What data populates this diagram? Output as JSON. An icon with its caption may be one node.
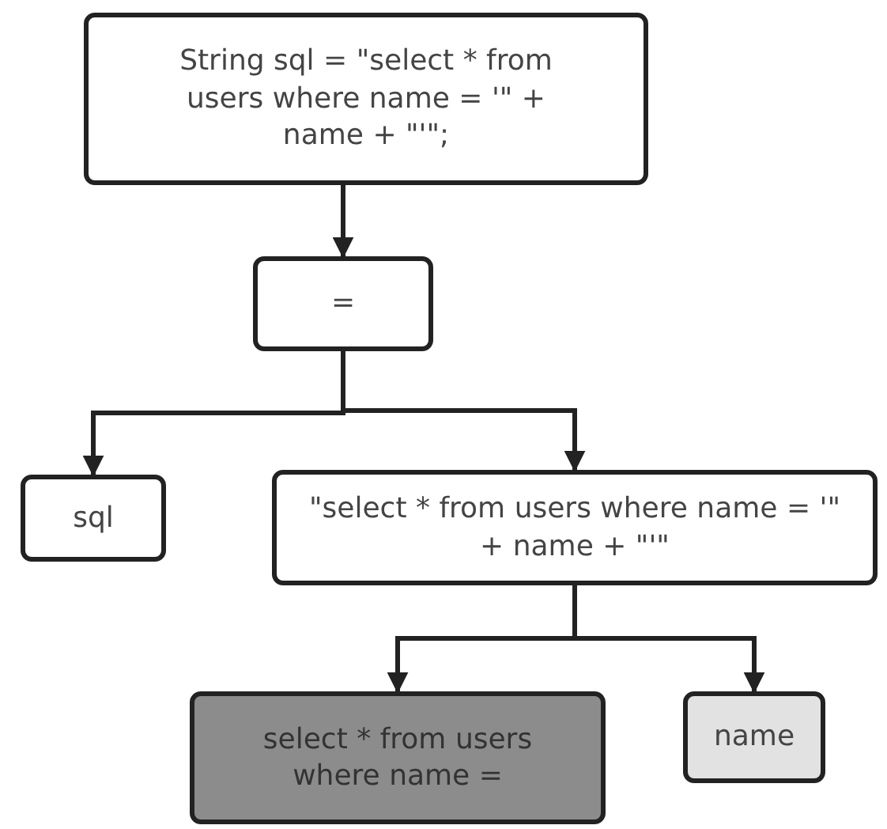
{
  "diagram": {
    "nodes": [
      {
        "text": [
          "String sql = \"select * from users where name = '\" + name + \"'\";"
        ]
      },
      {
        "text": [
          "="
        ]
      },
      {
        "text": [
          "sql"
        ]
      },
      {
        "text": [
          "\"select * from users where name = '\" + name + \"'\""
        ]
      },
      {
        "text": [
          "select * from users where name ="
        ]
      },
      {
        "text": [
          "name"
        ]
      }
    ],
    "edges": [
      {
        "from": 0,
        "to": 1,
        "arrow": "to"
      },
      {
        "from": 1,
        "to": 2,
        "arrow": "to"
      },
      {
        "from": 1,
        "to": 3,
        "arrow": "to"
      },
      {
        "from": 3,
        "to": 4,
        "arrow": "to"
      },
      {
        "from": 3,
        "to": 5,
        "arrow": "to"
      }
    ]
  }
}
